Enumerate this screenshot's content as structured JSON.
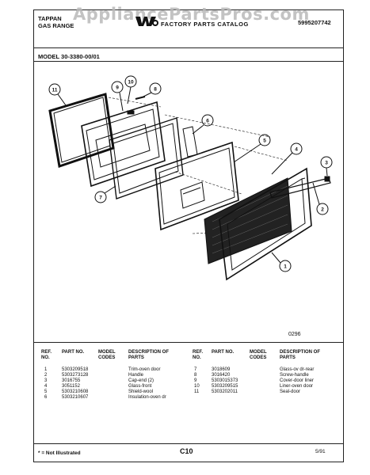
{
  "watermark": "AppliancePartsPros.com",
  "header": {
    "brand_line1": "TAPPAN",
    "brand_line2": "GAS RANGE",
    "catalog_title": "FACTORY PARTS CATALOG",
    "catalog_number": "5995207742"
  },
  "model": "MODEL 30-3380-00/01",
  "diagram_code": "0296",
  "callouts": [
    "11",
    "9",
    "10",
    "8",
    "6",
    "5",
    "4",
    "3",
    "2",
    "1",
    "7"
  ],
  "table_headers": {
    "ref_no": "REF. NO.",
    "part_no": "PART NO.",
    "model_codes": "MODEL CODES",
    "description": "DESCRIPTION OF PARTS"
  },
  "parts_left": [
    {
      "ref": "1",
      "part": "5303209518",
      "desc": "Trim-oven door"
    },
    {
      "ref": "2",
      "part": "5303273128",
      "desc": "Handle"
    },
    {
      "ref": "3",
      "part": "3016755",
      "desc": "Cap-end (2)"
    },
    {
      "ref": "4",
      "part": "3051152",
      "desc": "Glass-front"
    },
    {
      "ref": "5",
      "part": "5303210608",
      "desc": "Shield-wool"
    },
    {
      "ref": "6",
      "part": "5303210607",
      "desc": "Insulation-oven dr"
    }
  ],
  "parts_right": [
    {
      "ref": "7",
      "part": "3018609",
      "desc": "Glass-ov dr-rear"
    },
    {
      "ref": "8",
      "part": "3016420",
      "desc": "Screw-handle"
    },
    {
      "ref": "9",
      "part": "5303015373",
      "desc": "Cover-door liner"
    },
    {
      "ref": "10",
      "part": "5303209515",
      "desc": "Liner-oven door"
    },
    {
      "ref": "11",
      "part": "5303202011",
      "desc": "Seal-door"
    }
  ],
  "footer": {
    "note": "* = Not Illustrated",
    "page": "C10",
    "date": "5/91"
  }
}
